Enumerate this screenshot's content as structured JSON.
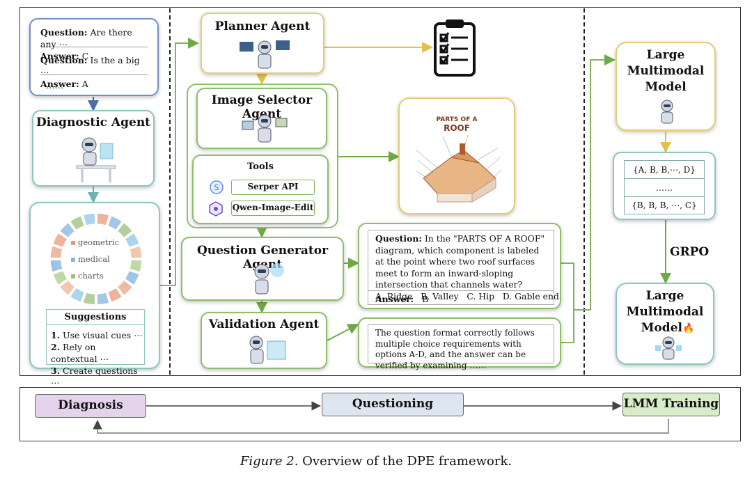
{
  "left": {
    "qa_items": [
      {
        "q_label": "Question:",
        "q_text": "Are there any ⋯",
        "a_label": "Answer:",
        "a_text": "C"
      },
      {
        "q_label": "Question:",
        "q_text": "Is the a big ⋯",
        "a_label": "Answer:",
        "a_text": "A"
      }
    ],
    "qa_more": "……",
    "diagnostic_title": "Diagnostic Agent",
    "donut_legend": [
      "geometric",
      "medical",
      "charts"
    ],
    "suggestions_title": "Suggestions",
    "suggestions": [
      {
        "num": "1.",
        "text": "Use visual cues ⋯"
      },
      {
        "num": "2.",
        "text": "Rely on contextual ⋯"
      },
      {
        "num": "3.",
        "text": "Create questions ⋯"
      }
    ]
  },
  "middle": {
    "planner_title": "Planner Agent",
    "image_selector_title": "Image Selector Agent",
    "tools_title": "Tools",
    "tools": [
      "Serper API",
      "Qwen-Image-Edit"
    ],
    "question_generator_title": "Question Generator Agent",
    "validation_title": "Validation Agent",
    "roof_title_line1": "PARTS OF A",
    "roof_title_line2": "ROOF",
    "question_label": "Question:",
    "question_text": "In the \"PARTS OF A ROOF\" diagram, which component is labeled at the point where two roof surfaces meet to form an inward-sloping intersection that channels water?",
    "options": "A. Ridge   B. Valley   C. Hip   D. Gable end",
    "answer_label": "Answer:",
    "answer_text": "B",
    "validation_text": "The question format correctly follows multiple choice requirements with options A-D, and the answer can be verified by examining ……"
  },
  "right": {
    "lmm_title": "Large Multimodal Model",
    "sets": [
      "{A, B, B,⋯,  D}",
      "……",
      "{B, B, B, ⋯, C}"
    ],
    "grpo_label": "GRPO",
    "lmm_trained_title": "Large Multimodal",
    "lmm_trained_title2": "Model",
    "fire": "🔥"
  },
  "bottom": {
    "phases": [
      "Diagnosis",
      "Questioning",
      "LMM Training"
    ],
    "colors": {
      "diagnosis": "#e5d3ec",
      "questioning": "#dde5f0",
      "training": "#d9ecc9"
    }
  },
  "caption": {
    "figure_label": "Figure 2.",
    "text": "Overview of the DPE framework."
  }
}
